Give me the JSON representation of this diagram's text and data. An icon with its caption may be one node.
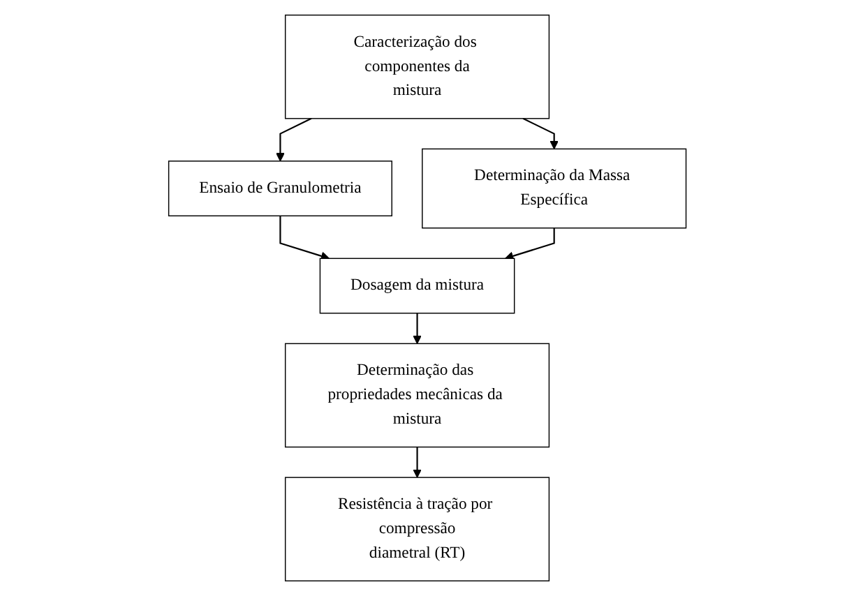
{
  "diagram": {
    "nodes": [
      {
        "text": [
          "Caracterização dos componentes da mistura"
        ]
      },
      {
        "text": [
          "Ensaio de Granulometria"
        ]
      },
      {
        "text": [
          "Determinação da Massa Específica"
        ]
      },
      {
        "text": [
          "Dosagem da mistura"
        ]
      },
      {
        "text": [
          "Determinação das propriedades mecânicas da mistura"
        ]
      },
      {
        "text": [
          "Resistência à tração por compressão diametral (RT)"
        ]
      }
    ],
    "edges": [
      {
        "from": 0,
        "to": 1,
        "arrow": "to"
      },
      {
        "from": 0,
        "to": 2,
        "arrow": "to"
      },
      {
        "from": 1,
        "to": 3,
        "arrow": "to"
      },
      {
        "from": 2,
        "to": 3,
        "arrow": "to"
      },
      {
        "from": 3,
        "to": 4,
        "arrow": "to"
      },
      {
        "from": 4,
        "to": 5,
        "arrow": "to"
      }
    ]
  }
}
